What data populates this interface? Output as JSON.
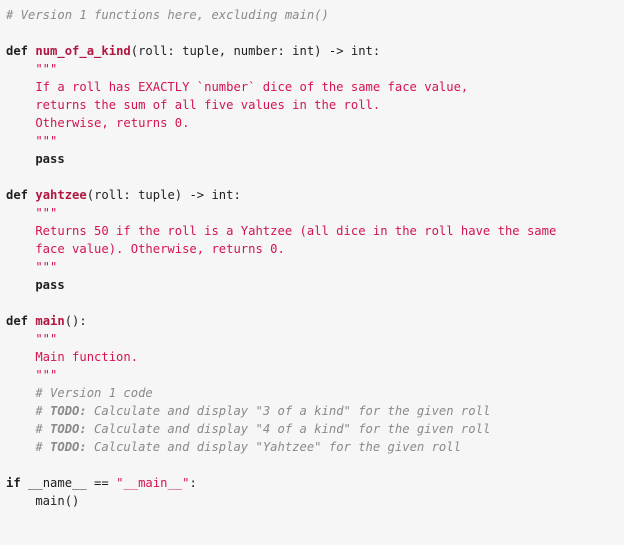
{
  "lines": [
    {
      "parts": [
        {
          "cls": "cm",
          "text": "# Version 1 functions here, excluding main()"
        }
      ]
    },
    {
      "parts": []
    },
    {
      "parts": [
        {
          "cls": "kw",
          "text": "def "
        },
        {
          "cls": "fn",
          "text": "num_of_a_kind"
        },
        {
          "cls": "pl",
          "text": "(roll: tuple, number: int) -> int:"
        }
      ]
    },
    {
      "parts": [
        {
          "cls": "ds",
          "text": "    \"\"\""
        }
      ]
    },
    {
      "parts": [
        {
          "cls": "ds",
          "text": "    If a roll has EXACTLY `number` dice of the same face value,"
        }
      ]
    },
    {
      "parts": [
        {
          "cls": "ds",
          "text": "    returns the sum of all five values in the roll."
        }
      ]
    },
    {
      "parts": [
        {
          "cls": "ds",
          "text": "    Otherwise, returns 0."
        }
      ]
    },
    {
      "parts": [
        {
          "cls": "ds",
          "text": "    \"\"\""
        }
      ]
    },
    {
      "parts": [
        {
          "cls": "kw",
          "text": "    pass"
        }
      ]
    },
    {
      "parts": []
    },
    {
      "parts": [
        {
          "cls": "kw",
          "text": "def "
        },
        {
          "cls": "fn",
          "text": "yahtzee"
        },
        {
          "cls": "pl",
          "text": "(roll: tuple) -> int:"
        }
      ]
    },
    {
      "parts": [
        {
          "cls": "ds",
          "text": "    \"\"\""
        }
      ]
    },
    {
      "parts": [
        {
          "cls": "ds",
          "text": "    Returns 50 if the roll is a Yahtzee (all dice in the roll have the same"
        }
      ]
    },
    {
      "parts": [
        {
          "cls": "ds",
          "text": "    face value). Otherwise, returns 0."
        }
      ]
    },
    {
      "parts": [
        {
          "cls": "ds",
          "text": "    \"\"\""
        }
      ]
    },
    {
      "parts": [
        {
          "cls": "kw",
          "text": "    pass"
        }
      ]
    },
    {
      "parts": []
    },
    {
      "parts": [
        {
          "cls": "kw",
          "text": "def "
        },
        {
          "cls": "fn",
          "text": "main"
        },
        {
          "cls": "pl",
          "text": "():"
        }
      ]
    },
    {
      "parts": [
        {
          "cls": "ds",
          "text": "    \"\"\""
        }
      ]
    },
    {
      "parts": [
        {
          "cls": "ds",
          "text": "    Main function."
        }
      ]
    },
    {
      "parts": [
        {
          "cls": "ds",
          "text": "    \"\"\""
        }
      ]
    },
    {
      "parts": [
        {
          "cls": "cm",
          "text": "    # Version 1 code"
        }
      ]
    },
    {
      "parts": [
        {
          "cls": "cm",
          "text": "    # "
        },
        {
          "cls": "cm todo",
          "text": "TODO:"
        },
        {
          "cls": "cm",
          "text": " Calculate and display \"3 of a kind\" for the given roll"
        }
      ]
    },
    {
      "parts": [
        {
          "cls": "cm",
          "text": "    # "
        },
        {
          "cls": "cm todo",
          "text": "TODO:"
        },
        {
          "cls": "cm",
          "text": " Calculate and display \"4 of a kind\" for the given roll"
        }
      ]
    },
    {
      "parts": [
        {
          "cls": "cm",
          "text": "    # "
        },
        {
          "cls": "cm todo",
          "text": "TODO:"
        },
        {
          "cls": "cm",
          "text": " Calculate and display \"Yahtzee\" for the given roll"
        }
      ]
    },
    {
      "parts": []
    },
    {
      "parts": [
        {
          "cls": "kw",
          "text": "if "
        },
        {
          "cls": "pl",
          "text": "__name__ == "
        },
        {
          "cls": "st",
          "text": "\"__main__\""
        },
        {
          "cls": "pl",
          "text": ":"
        }
      ]
    },
    {
      "parts": [
        {
          "cls": "pl",
          "text": "    main()"
        }
      ]
    }
  ]
}
